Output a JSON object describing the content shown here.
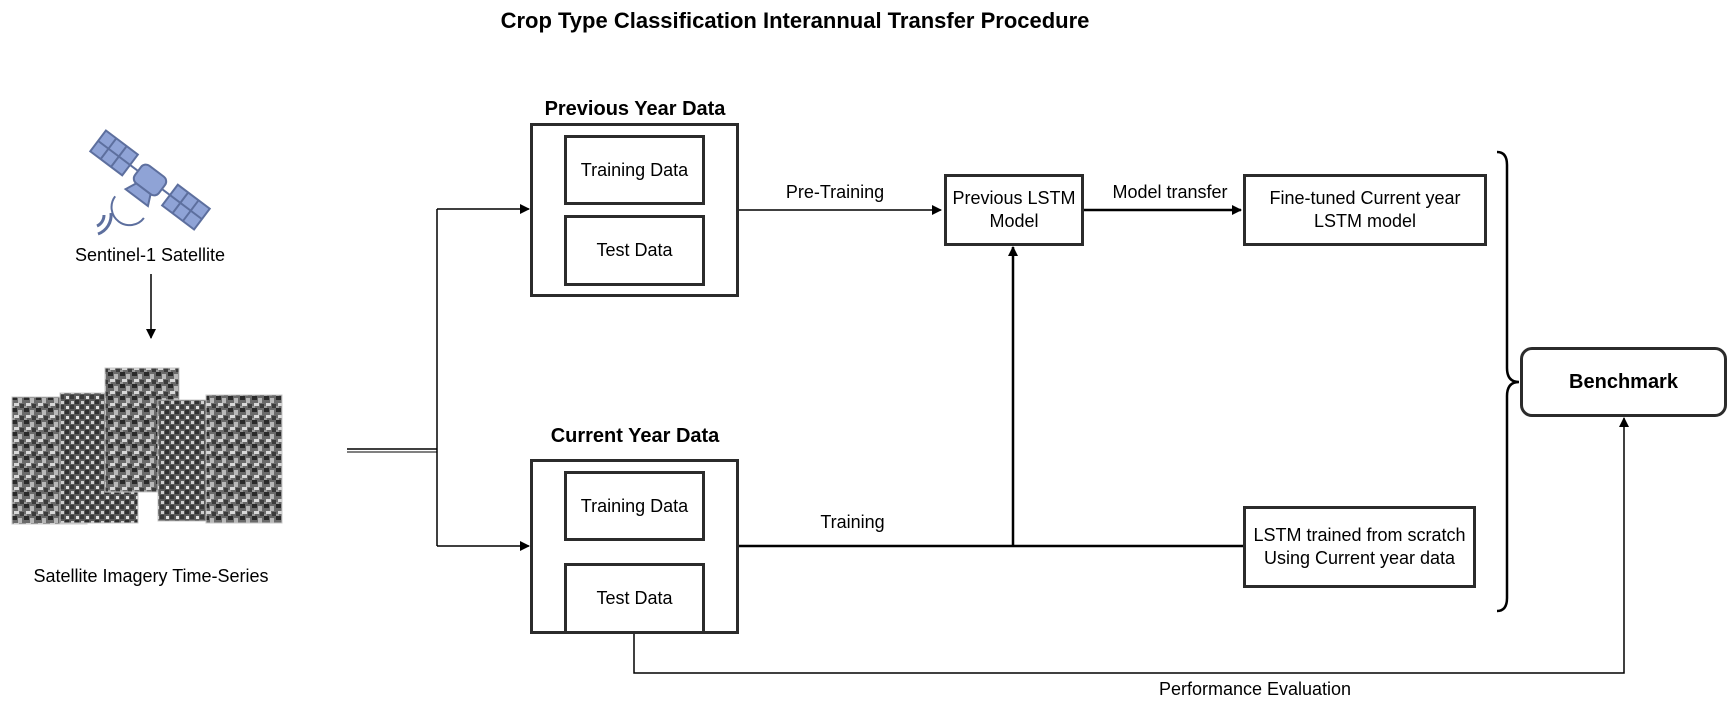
{
  "title": "Crop Type Classification Interannual Transfer Procedure",
  "satellite": {
    "label": "Sentinel-1 Satellite",
    "icon": "satellite-icon",
    "color": "#8fa3d6"
  },
  "imagery": {
    "label": "Satellite Imagery Time-Series"
  },
  "previous_year": {
    "title": "Previous Year Data",
    "training": "Training Data",
    "test": "Test Data"
  },
  "current_year": {
    "title": "Current Year Data",
    "training": "Training Data",
    "test": "Test Data"
  },
  "edges": {
    "pre_training": "Pre-Training",
    "model_transfer": "Model transfer",
    "training": "Training",
    "performance_evaluation": "Performance Evaluation"
  },
  "models": {
    "previous_lstm": [
      "Previous LSTM",
      "Model"
    ],
    "fine_tuned": [
      "Fine-tuned Current year",
      "LSTM model"
    ],
    "scratch": [
      "LSTM trained from scratch",
      "Using Current year data"
    ]
  },
  "benchmark": "Benchmark"
}
